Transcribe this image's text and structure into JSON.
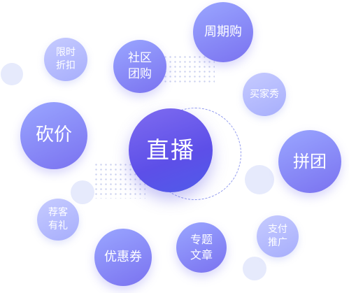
{
  "bubbles": {
    "center": "直播",
    "zhouqigou": "周期购",
    "shequ": "社区\n团购",
    "xianshi": "限时\n折扣",
    "maijiaxiu": "买家秀",
    "kanjia": "砍价",
    "pintuan": "拼团",
    "jianke": "荐客\n有礼",
    "youhuiquan": "优惠券",
    "zhuanti": "专题\n文章",
    "zhifu": "支付\n推广"
  },
  "colors": {
    "center": "#5d4fe8",
    "primary": "#8a88f6",
    "light": "#b7bcfd",
    "ghost": "#e6eafc",
    "orbit": "#8f98ef"
  }
}
